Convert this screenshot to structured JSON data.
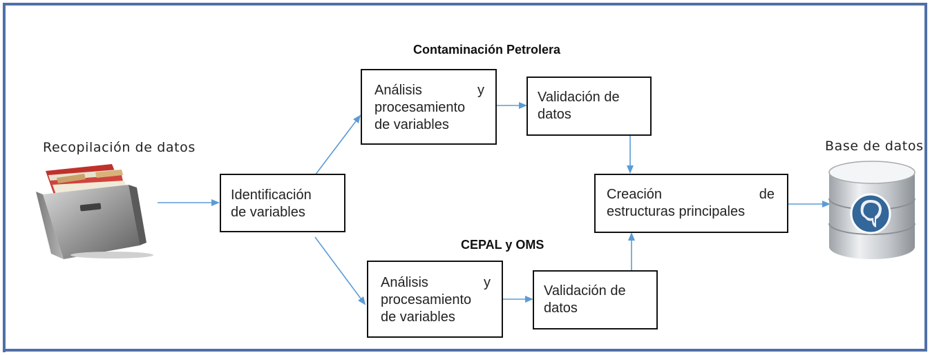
{
  "diagram": {
    "heading_top": "Contaminación Petrolera",
    "heading_bottom": "CEPAL y OMS",
    "source_label": "Recopilación de datos",
    "target_label": "Base de datos",
    "identify": {
      "line1": "Identificación",
      "line2": "de variables"
    },
    "top_analysis": {
      "line1_word1": "Análisis",
      "line1_word2": "y",
      "line2": "procesamiento",
      "line3": "de variables"
    },
    "top_validation": {
      "line1": "Validación de",
      "line2": "datos"
    },
    "bottom_analysis": {
      "line1_word1": "Análisis",
      "line1_word2": "y",
      "line2": "procesamiento",
      "line3": "de variables"
    },
    "bottom_validation": {
      "line1": "Validación de",
      "line2": "datos"
    },
    "create": {
      "line1_word1": "Creación",
      "line1_word2": "de",
      "line2": "estructuras principales"
    },
    "colors": {
      "frame": "#4f6fa8",
      "arrow": "#5b9bd5",
      "box_border": "#111111",
      "text": "#222222"
    },
    "icons": {
      "source": "folder-box-icon",
      "target": "postgresql-database-icon"
    }
  }
}
